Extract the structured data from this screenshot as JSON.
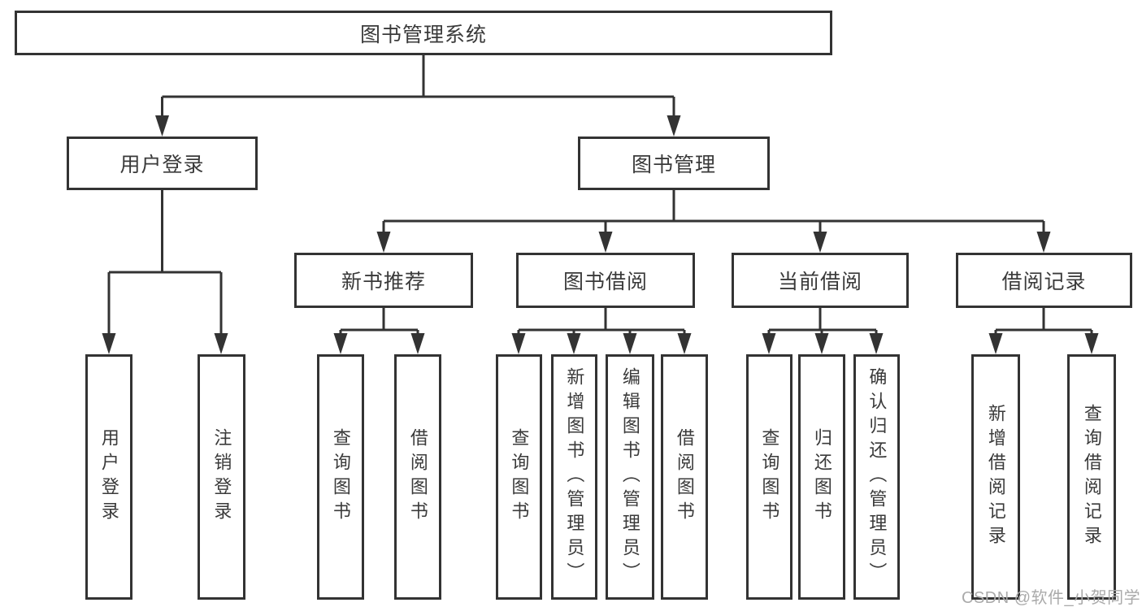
{
  "tree": {
    "root": {
      "label": "图书管理系统",
      "children": [
        {
          "label": "用户登录",
          "children": [
            {
              "label": "用户登录"
            },
            {
              "label": "注销登录"
            }
          ]
        },
        {
          "label": "图书管理",
          "children": [
            {
              "label": "新书推荐",
              "children": [
                {
                  "label": "查询图书"
                },
                {
                  "label": "借阅图书"
                }
              ]
            },
            {
              "label": "图书借阅",
              "children": [
                {
                  "label": "查询图书"
                },
                {
                  "label": "新增图书（管理员）"
                },
                {
                  "label": "编辑图书（管理员）"
                },
                {
                  "label": "借阅图书"
                }
              ]
            },
            {
              "label": "当前借阅",
              "children": [
                {
                  "label": "查询图书"
                },
                {
                  "label": "归还图书"
                },
                {
                  "label": "确认归还（管理员）"
                }
              ]
            },
            {
              "label": "借阅记录",
              "children": [
                {
                  "label": "新增借阅记录"
                },
                {
                  "label": "查询借阅记录"
                }
              ]
            }
          ]
        }
      ]
    }
  },
  "watermark": {
    "text": "CSDN @软件_小贺同学"
  },
  "colors": {
    "line": "#333333",
    "text": "#3a3a3a",
    "background": "#ffffff",
    "watermark": "#aaaaaa"
  }
}
